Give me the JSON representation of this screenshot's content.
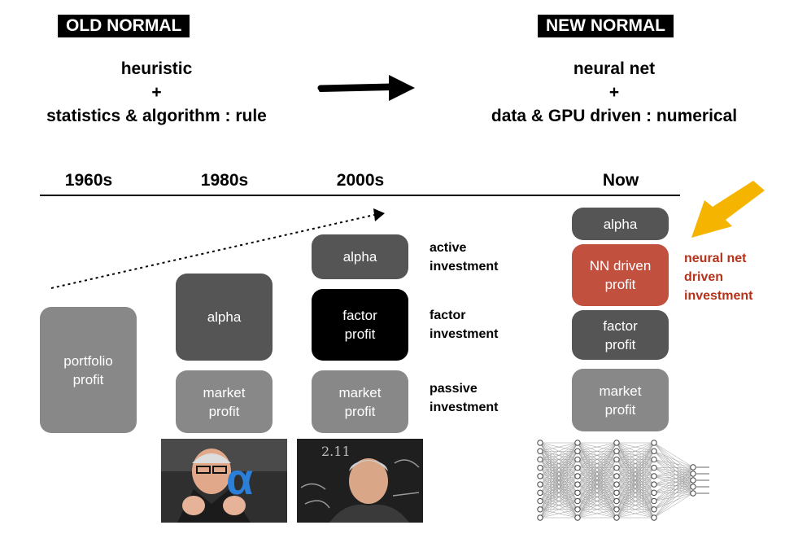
{
  "header": {
    "old_tag": "OLD NORMAL",
    "new_tag": "NEW NORMAL",
    "old_line1": "heuristic",
    "old_plus": "+",
    "old_line3": "statistics & algorithm : rule",
    "new_line1": "neural net",
    "new_plus": "+",
    "new_line3": "data & GPU driven : numerical"
  },
  "timeline": {
    "eras": [
      "1960s",
      "1980s",
      "2000s",
      "Now"
    ]
  },
  "columns": {
    "c1960": {
      "portfolio": "portfolio\nprofit"
    },
    "c1980": {
      "alpha": "alpha",
      "market": "market\nprofit"
    },
    "c2000": {
      "alpha": "alpha",
      "factor": "factor\nprofit",
      "market": "market\nprofit"
    },
    "now": {
      "alpha": "alpha",
      "nn": "NN driven\nprofit",
      "factor": "factor\nprofit",
      "market": "market\nprofit"
    }
  },
  "labels": {
    "active": "active\ninvestment",
    "factor": "factor\ninvestment",
    "passive": "passive\ninvestment",
    "neural": "neural net\ndriven\ninvestment"
  },
  "images": {
    "alpha_symbol": "α",
    "chalk_text": "2.11"
  },
  "colors": {
    "gray_box": "#888888",
    "dark_box": "#555555",
    "black_box": "#000000",
    "nn_box": "#c1503f",
    "red_text": "#b5321a",
    "arrow_yellow": "#f4b400"
  }
}
